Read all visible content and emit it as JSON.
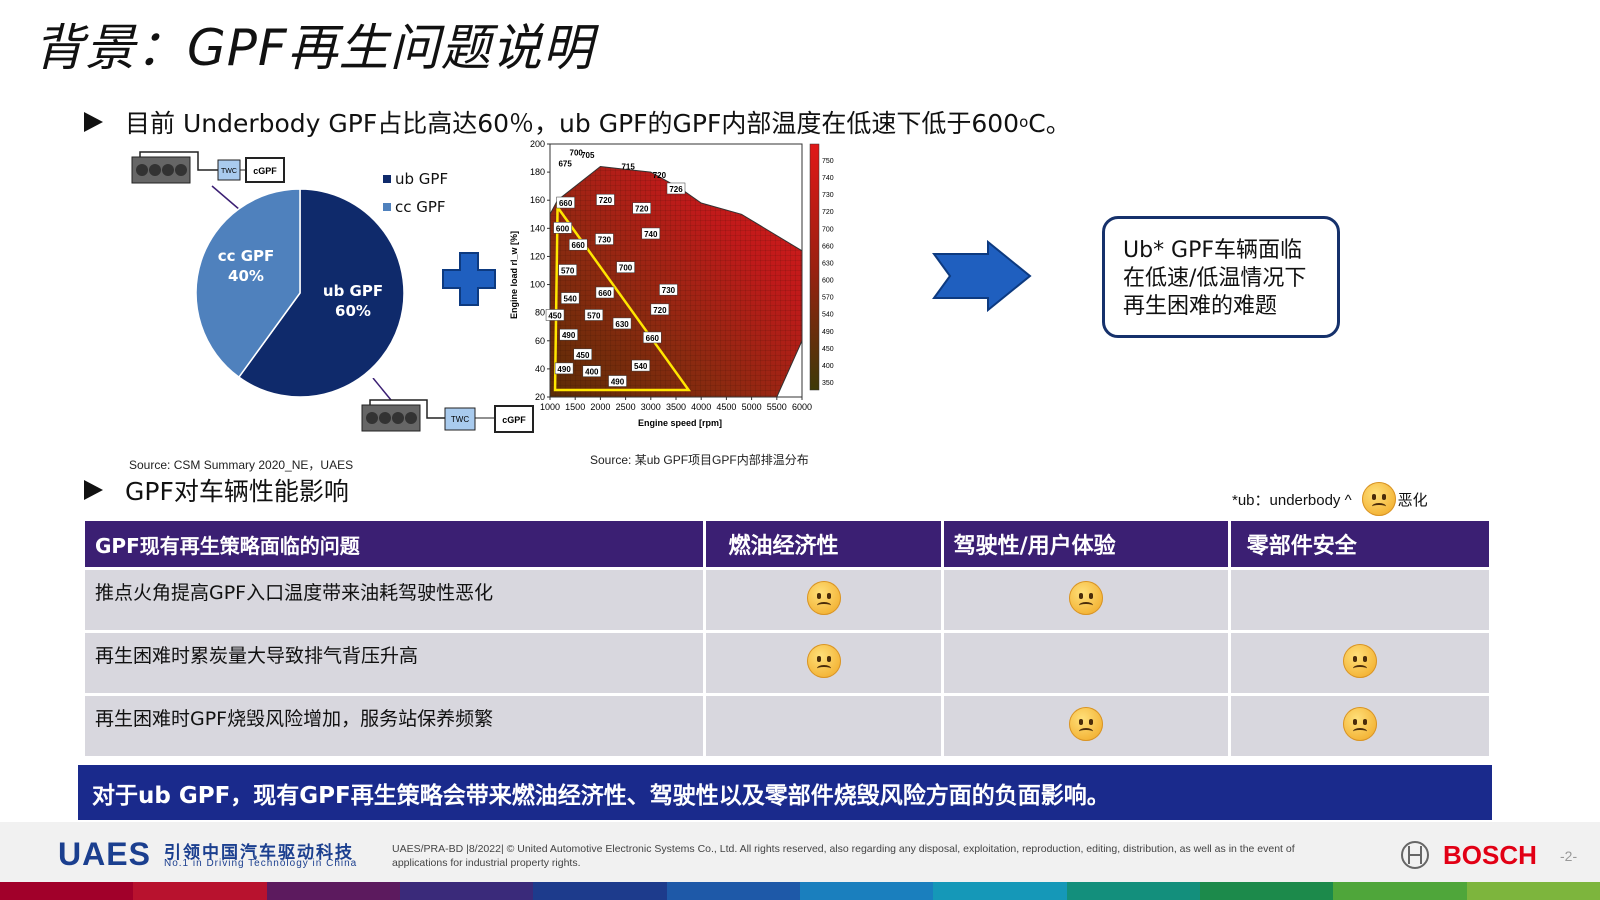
{
  "title": "背景：GPF再生问题说明",
  "bullet1": {
    "text_a": "目前 Underbody GPF占比高达60％，ub GPF的GPF内部温度在低速下低于600",
    "sup": "o",
    "text_b": "C。"
  },
  "pie": {
    "legend": [
      {
        "label": "ub GPF",
        "color": "#0f2a6b"
      },
      {
        "label": "cc GPF",
        "color": "#4f81bd"
      }
    ],
    "slices": [
      {
        "name": "ub GPF",
        "pct_label": "60%",
        "value": 60,
        "color": "#0f2a6b"
      },
      {
        "name": "cc GPF",
        "pct_label": "40%",
        "value": 40,
        "color": "#4f81bd"
      }
    ],
    "labels": {
      "twc": "TWC",
      "cgpf": "cGPF"
    },
    "source": "Source: CSM Summary 2020_NE，UAES"
  },
  "chart_data": {
    "type": "heatmap",
    "title": "",
    "xlabel": "Engine speed [rpm]",
    "ylabel": "Engine load rl_w [%]",
    "xlim": [
      1000,
      6000
    ],
    "ylim": [
      20,
      200
    ],
    "x_ticks": [
      1000,
      1500,
      2000,
      2500,
      3000,
      3500,
      4000,
      4500,
      5000,
      5500,
      6000
    ],
    "y_ticks": [
      20,
      40,
      60,
      80,
      100,
      120,
      140,
      160,
      180,
      200
    ],
    "colorbar_ticks": [
      750,
      740,
      730,
      720,
      700,
      660,
      630,
      600,
      570,
      540,
      490,
      450,
      400,
      350
    ],
    "labels": [
      {
        "x": 1300,
        "y": 186,
        "v": 675
      },
      {
        "x": 1520,
        "y": 194,
        "v": 700
      },
      {
        "x": 1750,
        "y": 192,
        "v": 705
      },
      {
        "x": 2550,
        "y": 184,
        "v": 715
      },
      {
        "x": 3170,
        "y": 178,
        "v": 720
      },
      {
        "x": 3500,
        "y": 168,
        "v": 726
      },
      {
        "x": 1310,
        "y": 158,
        "v": 660
      },
      {
        "x": 2100,
        "y": 160,
        "v": 720
      },
      {
        "x": 2820,
        "y": 154,
        "v": 720
      },
      {
        "x": 1250,
        "y": 140,
        "v": 600
      },
      {
        "x": 1560,
        "y": 128,
        "v": 660
      },
      {
        "x": 2080,
        "y": 132,
        "v": 730
      },
      {
        "x": 3000,
        "y": 136,
        "v": 740
      },
      {
        "x": 1350,
        "y": 110,
        "v": 570
      },
      {
        "x": 2500,
        "y": 112,
        "v": 700
      },
      {
        "x": 1400,
        "y": 90,
        "v": 540
      },
      {
        "x": 2090,
        "y": 94,
        "v": 660
      },
      {
        "x": 3350,
        "y": 96,
        "v": 730
      },
      {
        "x": 1100,
        "y": 78,
        "v": 450
      },
      {
        "x": 1870,
        "y": 78,
        "v": 570
      },
      {
        "x": 3180,
        "y": 82,
        "v": 720
      },
      {
        "x": 2430,
        "y": 72,
        "v": 630
      },
      {
        "x": 1370,
        "y": 64,
        "v": 490
      },
      {
        "x": 3030,
        "y": 62,
        "v": 660
      },
      {
        "x": 1650,
        "y": 50,
        "v": 450
      },
      {
        "x": 1280,
        "y": 40,
        "v": 490
      },
      {
        "x": 1830,
        "y": 38,
        "v": 400
      },
      {
        "x": 2800,
        "y": 42,
        "v": 540
      },
      {
        "x": 2340,
        "y": 31,
        "v": 490
      }
    ],
    "region": [
      [
        1000,
        150
      ],
      [
        1150,
        160
      ],
      [
        2000,
        184
      ],
      [
        3000,
        180
      ],
      [
        3600,
        168
      ],
      [
        4000,
        158
      ],
      [
        4800,
        150
      ],
      [
        6000,
        124
      ],
      [
        6000,
        60
      ],
      [
        5500,
        20
      ],
      [
        1000,
        20
      ]
    ],
    "triangle": [
      [
        1150,
        155
      ],
      [
        1100,
        25
      ],
      [
        3750,
        25
      ]
    ]
  },
  "heatmap_source": "Source: 某ub GPF项目GPF内部排温分布",
  "callout": "Ub* GPF车辆面临在低速/低温情况下再生困难的难题",
  "bullet2": {
    "text": "GPF对车辆性能影响"
  },
  "note": {
    "text": "*ub：underbody  ^",
    "suffix": "恶化"
  },
  "table": {
    "headers": [
      "GPF现有再生策略面临的问题",
      "燃油经济性",
      "驾驶性/用户体验",
      "零部件安全"
    ],
    "rows": [
      {
        "issue": "推点火角提高GPF入口温度带来油耗驾驶性恶化",
        "marks": [
          true,
          true,
          false
        ]
      },
      {
        "issue": "再生困难时累炭量大导致排气背压升高",
        "marks": [
          true,
          false,
          true
        ]
      },
      {
        "issue": "再生困难时GPF烧毁风险增加，服务站保养频繁",
        "marks": [
          false,
          true,
          true
        ]
      }
    ]
  },
  "conclusion": "对于ub GPF，现有GPF再生策略会带来燃油经济性、驾驶性以及零部件烧毁风险方面的负面影响。",
  "footer": {
    "uaes": "UAES",
    "uaes_cn": "引领中国汽车驱动科技",
    "uaes_en": "No.1 in Driving Technology in China",
    "legal": "UAES/PRA-BD |8/2022| © United Automotive Electronic Systems Co., Ltd.  All rights reserved, also regarding any disposal, exploitation, reproduction, editing, distribution, as well as in the event of applications for industrial property rights.",
    "bosch": "BOSCH",
    "page": "-2-"
  },
  "colors": {
    "accent_purple": "#3b1f73",
    "conclusion_blue": "#1a2a8c",
    "brand_blue": "#1b3f8f",
    "bosch_red": "#e20015"
  }
}
